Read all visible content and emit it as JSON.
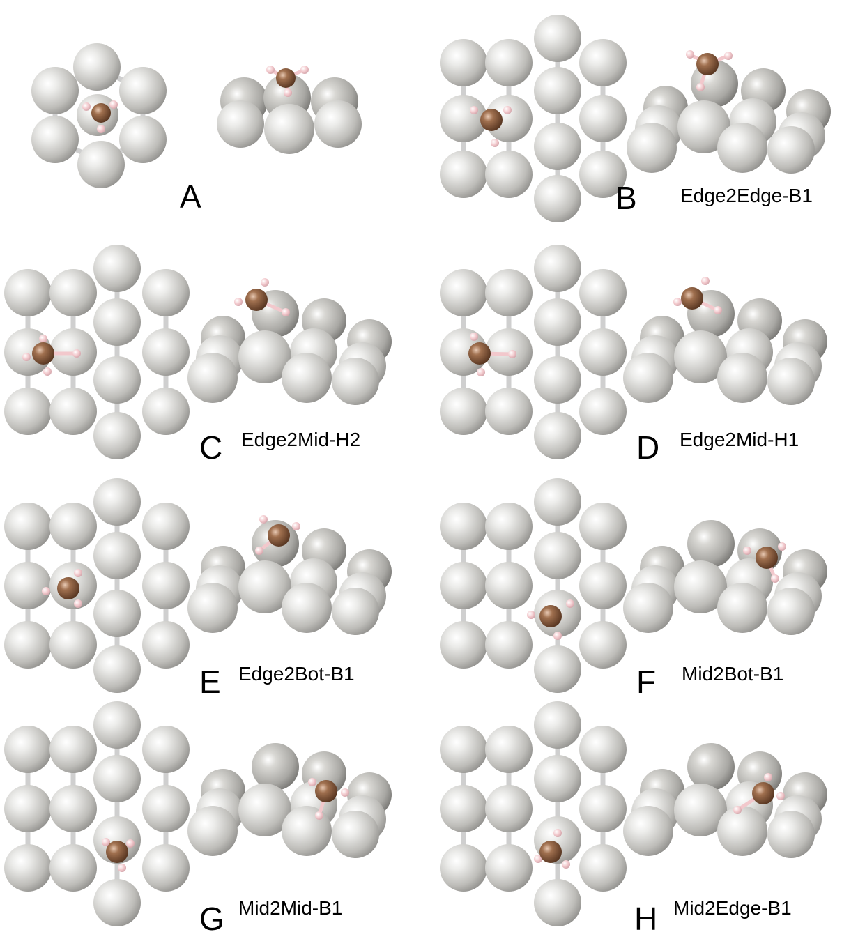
{
  "figure": {
    "panels": [
      {
        "letter": "A",
        "name": ""
      },
      {
        "letter": "B",
        "name": "Edge2Edge-B1"
      },
      {
        "letter": "C",
        "name": "Edge2Mid-H2"
      },
      {
        "letter": "D",
        "name": "Edge2Mid-H1"
      },
      {
        "letter": "E",
        "name": "Edge2Bot-B1"
      },
      {
        "letter": "F",
        "name": "Mid2Bot-B1"
      },
      {
        "letter": "G",
        "name": "Mid2Mid-B1"
      },
      {
        "letter": "H",
        "name": "Mid2Edge-B1"
      }
    ]
  },
  "colors": {
    "cluster_atom": "#bdbcb8",
    "bond": "#cfcfcf",
    "adsorbate_atom": "#8a5a3c",
    "hydrogen_atom": "#f2c8cc"
  }
}
